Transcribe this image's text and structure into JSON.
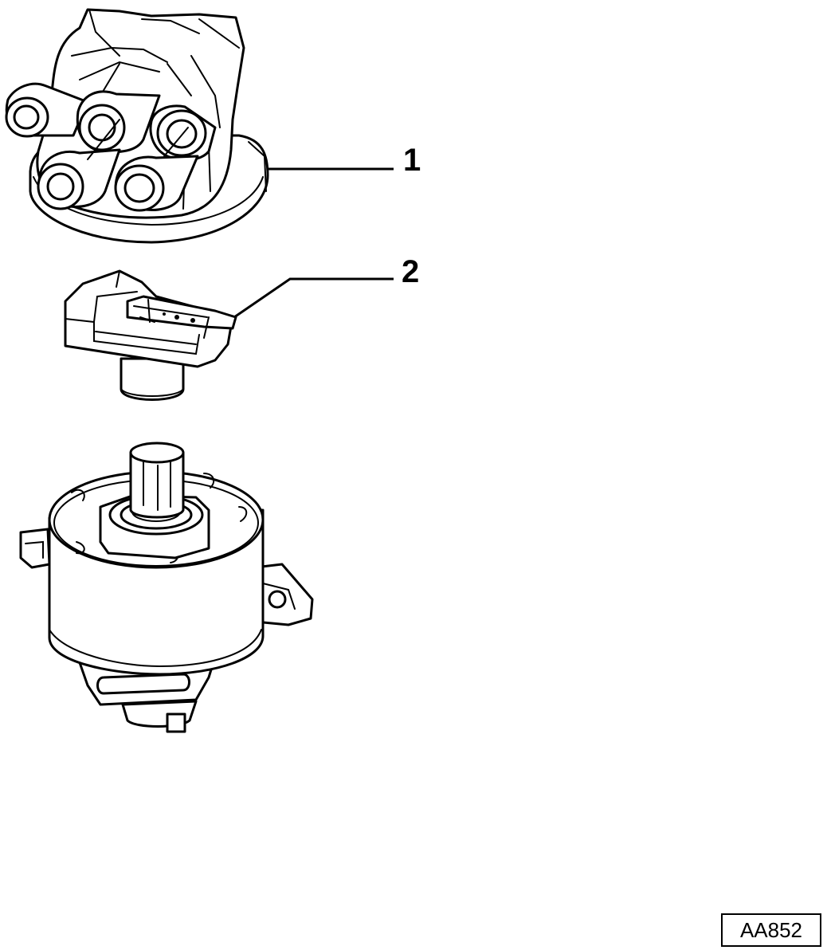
{
  "callouts": [
    {
      "label": "1"
    },
    {
      "label": "2"
    }
  ],
  "reference_code": "AA852"
}
